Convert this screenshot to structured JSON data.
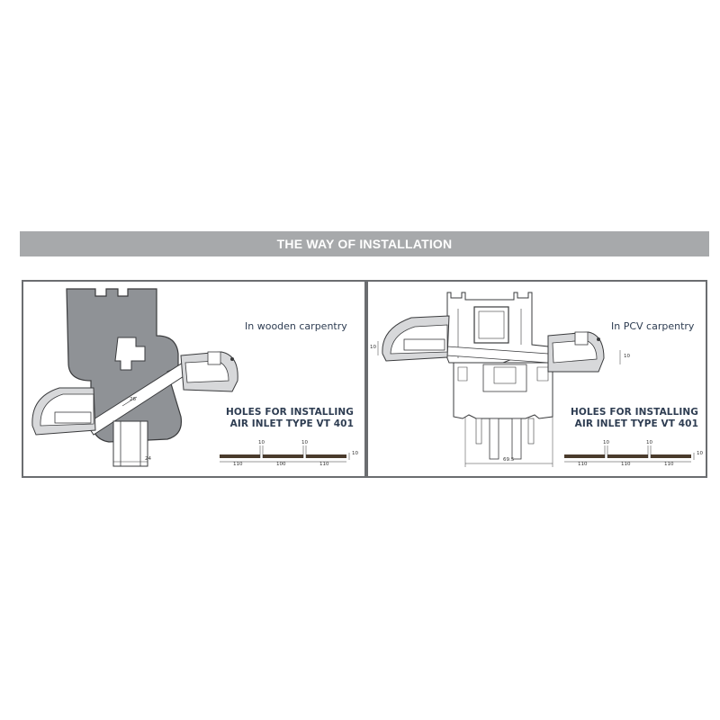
{
  "banner": {
    "title": "THE WAY OF INSTALLATION"
  },
  "left": {
    "caption": "In wooden carpentry",
    "holes_line1": "HOLES FOR INSTALLING",
    "holes_line2": "AIR INLET TYPE VT 401",
    "dims": {
      "seg1": "110",
      "seg2": "100",
      "seg3": "110",
      "gap1": "10",
      "gap2": "10",
      "height": "10",
      "bottom": "24",
      "angle": "26"
    }
  },
  "right": {
    "caption": "In PCV carpentry",
    "holes_line1": "HOLES FOR INSTALLING",
    "holes_line2": "AIR INLET TYPE VT 401",
    "dims": {
      "seg1": "110",
      "seg2": "110",
      "seg3": "110",
      "gap1": "10",
      "gap2": "10",
      "height": "10",
      "side_left": "10",
      "side_right": "10",
      "width": "69.5"
    }
  },
  "colors": {
    "banner": "#a7a9ab",
    "frame": "#6b6d70",
    "profile": "#8f9296",
    "text": "#2e3d52"
  }
}
